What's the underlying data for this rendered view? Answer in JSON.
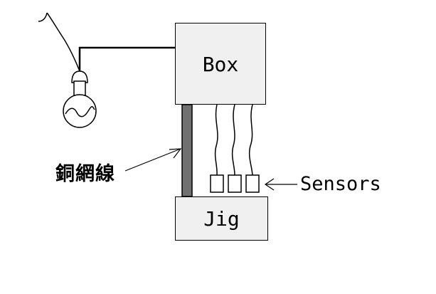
{
  "diagram": {
    "box_label": "Box",
    "jig_label": "Jig",
    "copper_mesh_label": "銅網線",
    "sensors_label": "Sensors"
  },
  "colors": {
    "block_fill": "#f0f0f0",
    "mesh_fill": "#707070",
    "line": "#000000"
  }
}
